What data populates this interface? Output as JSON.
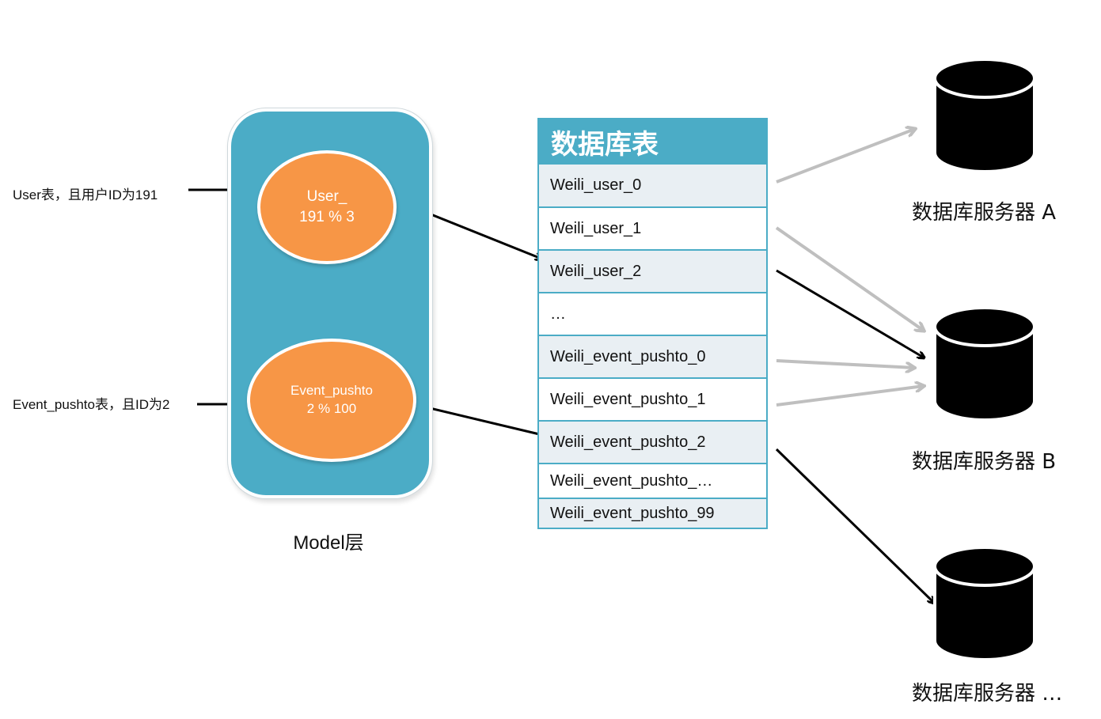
{
  "inputs": {
    "user_request": "User表，且用户ID为191",
    "event_request": "Event_pushto表，且ID为2"
  },
  "model_layer": {
    "caption": "Model层",
    "user_node": {
      "line1": "User_",
      "line2": "191 % 3"
    },
    "event_node": {
      "line1": "Event_pushto",
      "line2": "2 % 100"
    }
  },
  "db_table": {
    "title": "数据库表",
    "rows": [
      "Weili_user_0",
      "Weili_user_1",
      "Weili_user_2",
      "…",
      "Weili_event_pushto_0",
      "Weili_event_pushto_1",
      "Weili_event_pushto_2",
      "Weili_event_pushto_…",
      "Weili_event_pushto_99"
    ]
  },
  "servers": [
    {
      "label": "数据库服务器 A"
    },
    {
      "label": "数据库服务器 B"
    },
    {
      "label": "数据库服务器 …"
    }
  ],
  "colors": {
    "panel": "#4bacc6",
    "node": "#f79646",
    "active_arrow": "#000000",
    "inactive_arrow": "#bfbfbf",
    "row_shade": "#e9eff3"
  }
}
